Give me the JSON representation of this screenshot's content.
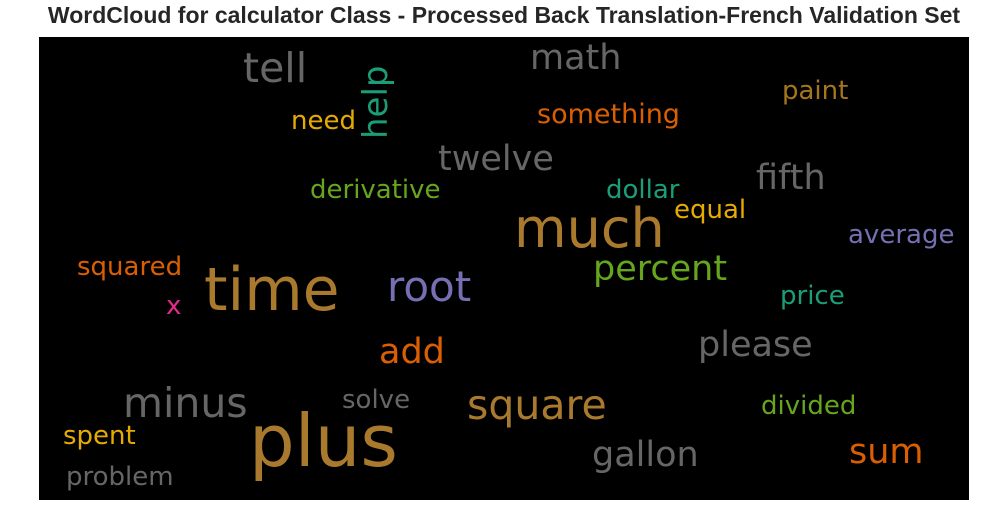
{
  "chart_data": {
    "type": "wordcloud",
    "title": "WordCloud for calculator Class - Processed Back Translation-French Validation Set",
    "background": "#000000",
    "words": [
      {
        "text": "plus",
        "color": "#a97a2e"
      },
      {
        "text": "time",
        "color": "#a97a2e"
      },
      {
        "text": "much",
        "color": "#a97a2e"
      },
      {
        "text": "root",
        "color": "#7670b3"
      },
      {
        "text": "square",
        "color": "#a97a2e"
      },
      {
        "text": "minus",
        "color": "#666666"
      },
      {
        "text": "tell",
        "color": "#666666"
      },
      {
        "text": "percent",
        "color": "#66a61e"
      },
      {
        "text": "gallon",
        "color": "#666666"
      },
      {
        "text": "please",
        "color": "#666666"
      },
      {
        "text": "twelve",
        "color": "#666666"
      },
      {
        "text": "fifth",
        "color": "#666666"
      },
      {
        "text": "math",
        "color": "#666666"
      },
      {
        "text": "sum",
        "color": "#d95f02"
      },
      {
        "text": "add",
        "color": "#d95f02"
      },
      {
        "text": "help",
        "color": "#1b9e77"
      },
      {
        "text": "something",
        "color": "#d95f02"
      },
      {
        "text": "derivative",
        "color": "#66a61e"
      },
      {
        "text": "dollar",
        "color": "#1b9e77"
      },
      {
        "text": "average",
        "color": "#7570b3"
      },
      {
        "text": "squared",
        "color": "#d95f02"
      },
      {
        "text": "divided",
        "color": "#66a61e"
      },
      {
        "text": "problem",
        "color": "#666666"
      },
      {
        "text": "solve",
        "color": "#666666"
      },
      {
        "text": "equal",
        "color": "#e6ab02"
      },
      {
        "text": "price",
        "color": "#1b9e77"
      },
      {
        "text": "paint",
        "color": "#a6761d"
      },
      {
        "text": "need",
        "color": "#e6ab02"
      },
      {
        "text": "spent",
        "color": "#e6ab02"
      },
      {
        "text": "x",
        "color": "#e7298a"
      }
    ]
  }
}
